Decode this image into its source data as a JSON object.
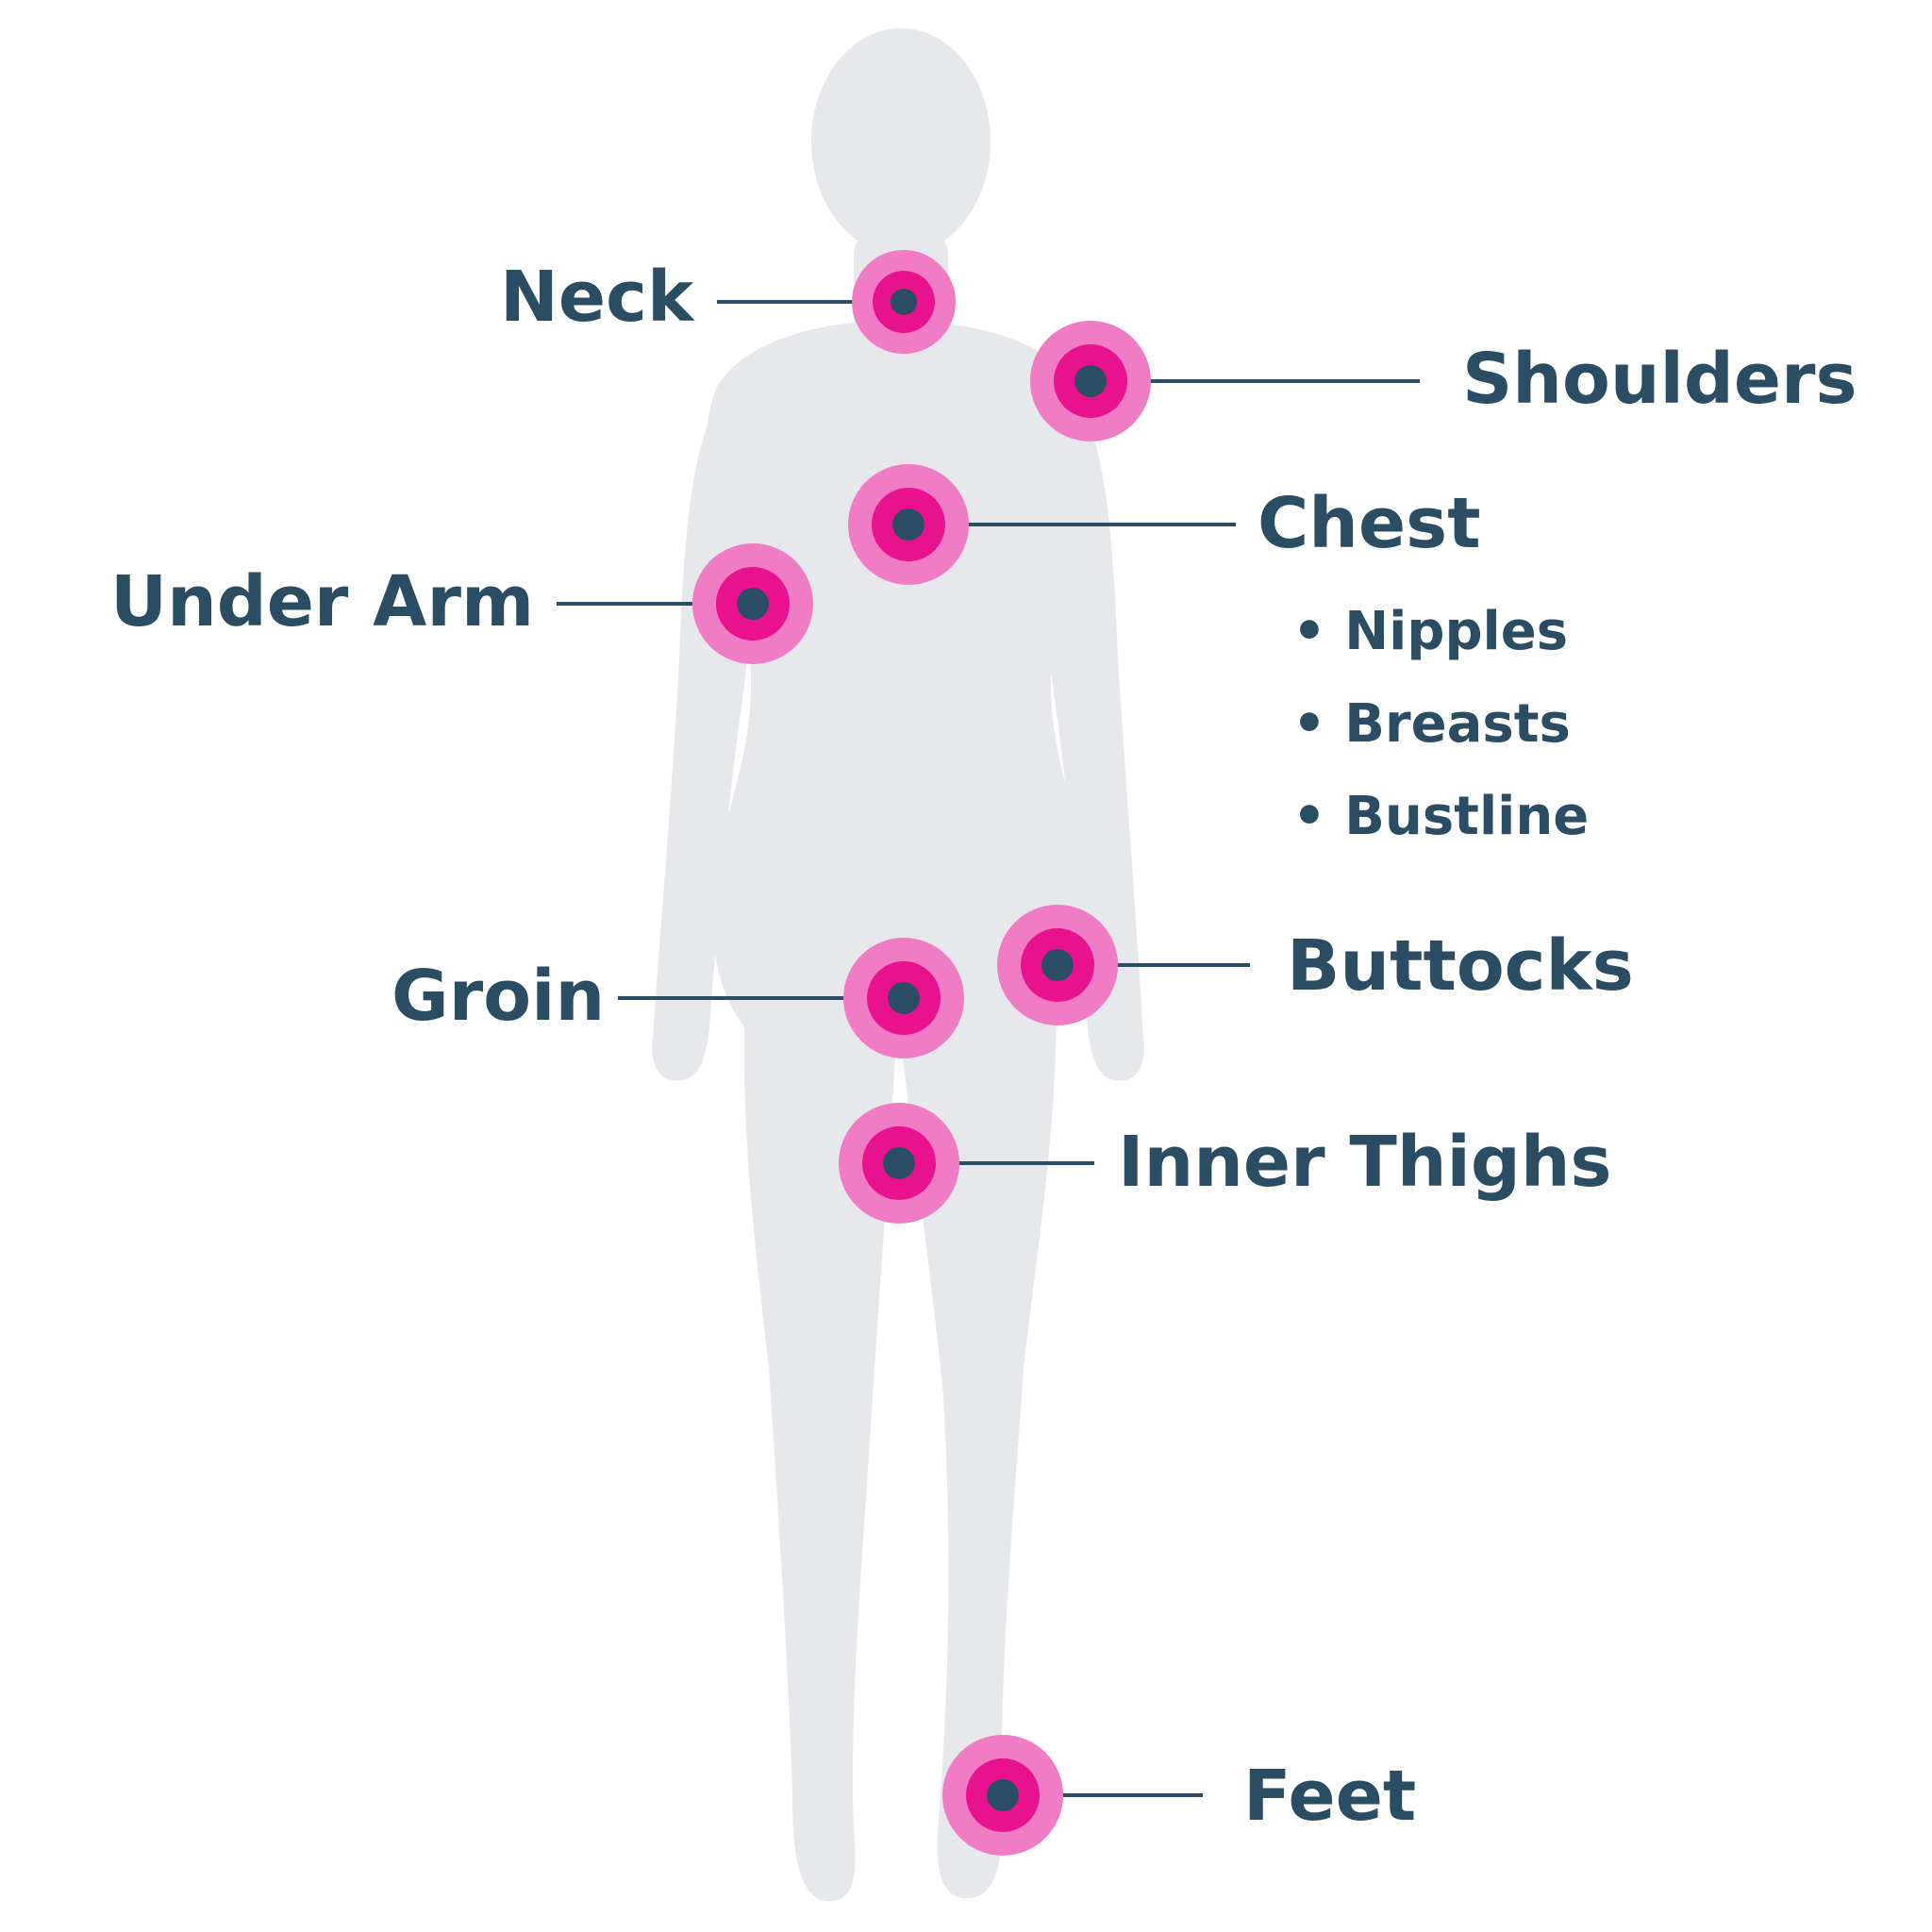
{
  "colors": {
    "silhouette": "#e6e8eb",
    "ring_outer": "#f07cc4",
    "ring_mid": "#e8128f",
    "core": "#2a4d63",
    "text": "#2a4d63"
  },
  "labels": {
    "neck": "Neck",
    "shoulders": "Shoulders",
    "chest": "Chest",
    "under_arm": "Under Arm",
    "groin": "Groin",
    "buttocks": "Buttocks",
    "inner_thighs": "Inner Thighs",
    "feet": "Feet"
  },
  "chest_sub": [
    "• Nipples",
    "• Breasts",
    "• Bustline"
  ]
}
